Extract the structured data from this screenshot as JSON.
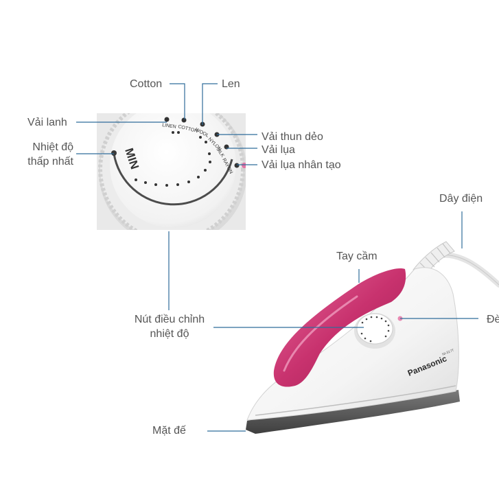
{
  "labels": {
    "cotton": "Cotton",
    "len": "Len",
    "vai_lanh": "Vải lanh",
    "nhiet_do_thap_nhat_1": "Nhiệt độ",
    "nhiet_do_thap_nhat_2": "thấp nhất",
    "vai_thun_deo": "Vải thun dẻo",
    "vai_lua": "Vải lụa",
    "vai_lua_nhan_tao": "Vải lụa nhân tạo",
    "day_dien": "Dây điện",
    "tay_cam": "Tay cầm",
    "nut_dieu_chinh_1": "Nút điều chỉnh",
    "nut_dieu_chinh_2": "nhiệt độ",
    "den": "Đè",
    "mat_de": "Mặt đế"
  },
  "dial": {
    "min": "MIN",
    "linen": "LINEN",
    "cotton": "COTTON",
    "wool": "WOOL",
    "nylon": "NYLON",
    "silk": "SILK",
    "rayon": "RAYON"
  },
  "brand": {
    "name": "Panasonic",
    "model": "NI-317T"
  },
  "colors": {
    "handle": "#c8326e",
    "leader_line": "#2f6c9a",
    "body": "#f4f4f4",
    "soleplate": "#5a5a5a"
  }
}
